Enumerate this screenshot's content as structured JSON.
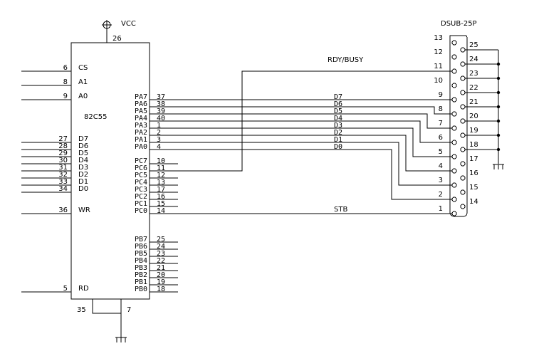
{
  "chip": {
    "name": "82C55",
    "vcc_label": "VCC",
    "vcc_pin": "26",
    "gnd_pins": [
      "35",
      "7"
    ]
  },
  "left_pins": [
    {
      "num": "6",
      "label": "CS"
    },
    {
      "num": "8",
      "label": "A1"
    },
    {
      "num": "9",
      "label": "A0"
    },
    {
      "num": "27",
      "label": "D7"
    },
    {
      "num": "28",
      "label": "D6"
    },
    {
      "num": "29",
      "label": "D5"
    },
    {
      "num": "30",
      "label": "D4"
    },
    {
      "num": "31",
      "label": "D3"
    },
    {
      "num": "32",
      "label": "D2"
    },
    {
      "num": "33",
      "label": "D1"
    },
    {
      "num": "34",
      "label": "D0"
    },
    {
      "num": "36",
      "label": "WR"
    },
    {
      "num": "5",
      "label": "RD"
    }
  ],
  "right_pins": [
    {
      "label": "PA7",
      "num": "37"
    },
    {
      "label": "PA6",
      "num": "38"
    },
    {
      "label": "PA5",
      "num": "39"
    },
    {
      "label": "PA4",
      "num": "40"
    },
    {
      "label": "PA3",
      "num": "1"
    },
    {
      "label": "PA2",
      "num": "2"
    },
    {
      "label": "PA1",
      "num": "3"
    },
    {
      "label": "PA0",
      "num": "4"
    },
    {
      "label": "PC7",
      "num": "10"
    },
    {
      "label": "PC6",
      "num": "11"
    },
    {
      "label": "PC5",
      "num": "12"
    },
    {
      "label": "PC4",
      "num": "13"
    },
    {
      "label": "PC3",
      "num": "17"
    },
    {
      "label": "PC2",
      "num": "16"
    },
    {
      "label": "PC1",
      "num": "15"
    },
    {
      "label": "PC0",
      "num": "14"
    },
    {
      "label": "PB7",
      "num": "25"
    },
    {
      "label": "PB6",
      "num": "24"
    },
    {
      "label": "PB5",
      "num": "23"
    },
    {
      "label": "PB4",
      "num": "22"
    },
    {
      "label": "PB3",
      "num": "21"
    },
    {
      "label": "PB2",
      "num": "20"
    },
    {
      "label": "PB1",
      "num": "19"
    },
    {
      "label": "PB0",
      "num": "18"
    }
  ],
  "nets": {
    "data": [
      "D7",
      "D6",
      "D5",
      "D4",
      "D3",
      "D2",
      "D1",
      "D0"
    ],
    "busy": "RDY/BUSY",
    "strobe": "STB"
  },
  "connector": {
    "name": "DSUB-25P",
    "left_pins": [
      "13",
      "12",
      "11",
      "10",
      "9",
      "8",
      "7",
      "6",
      "5",
      "4",
      "3",
      "2",
      "1"
    ],
    "right_pins": [
      "25",
      "24",
      "23",
      "22",
      "21",
      "20",
      "19",
      "18",
      "17",
      "16",
      "15",
      "14"
    ]
  }
}
